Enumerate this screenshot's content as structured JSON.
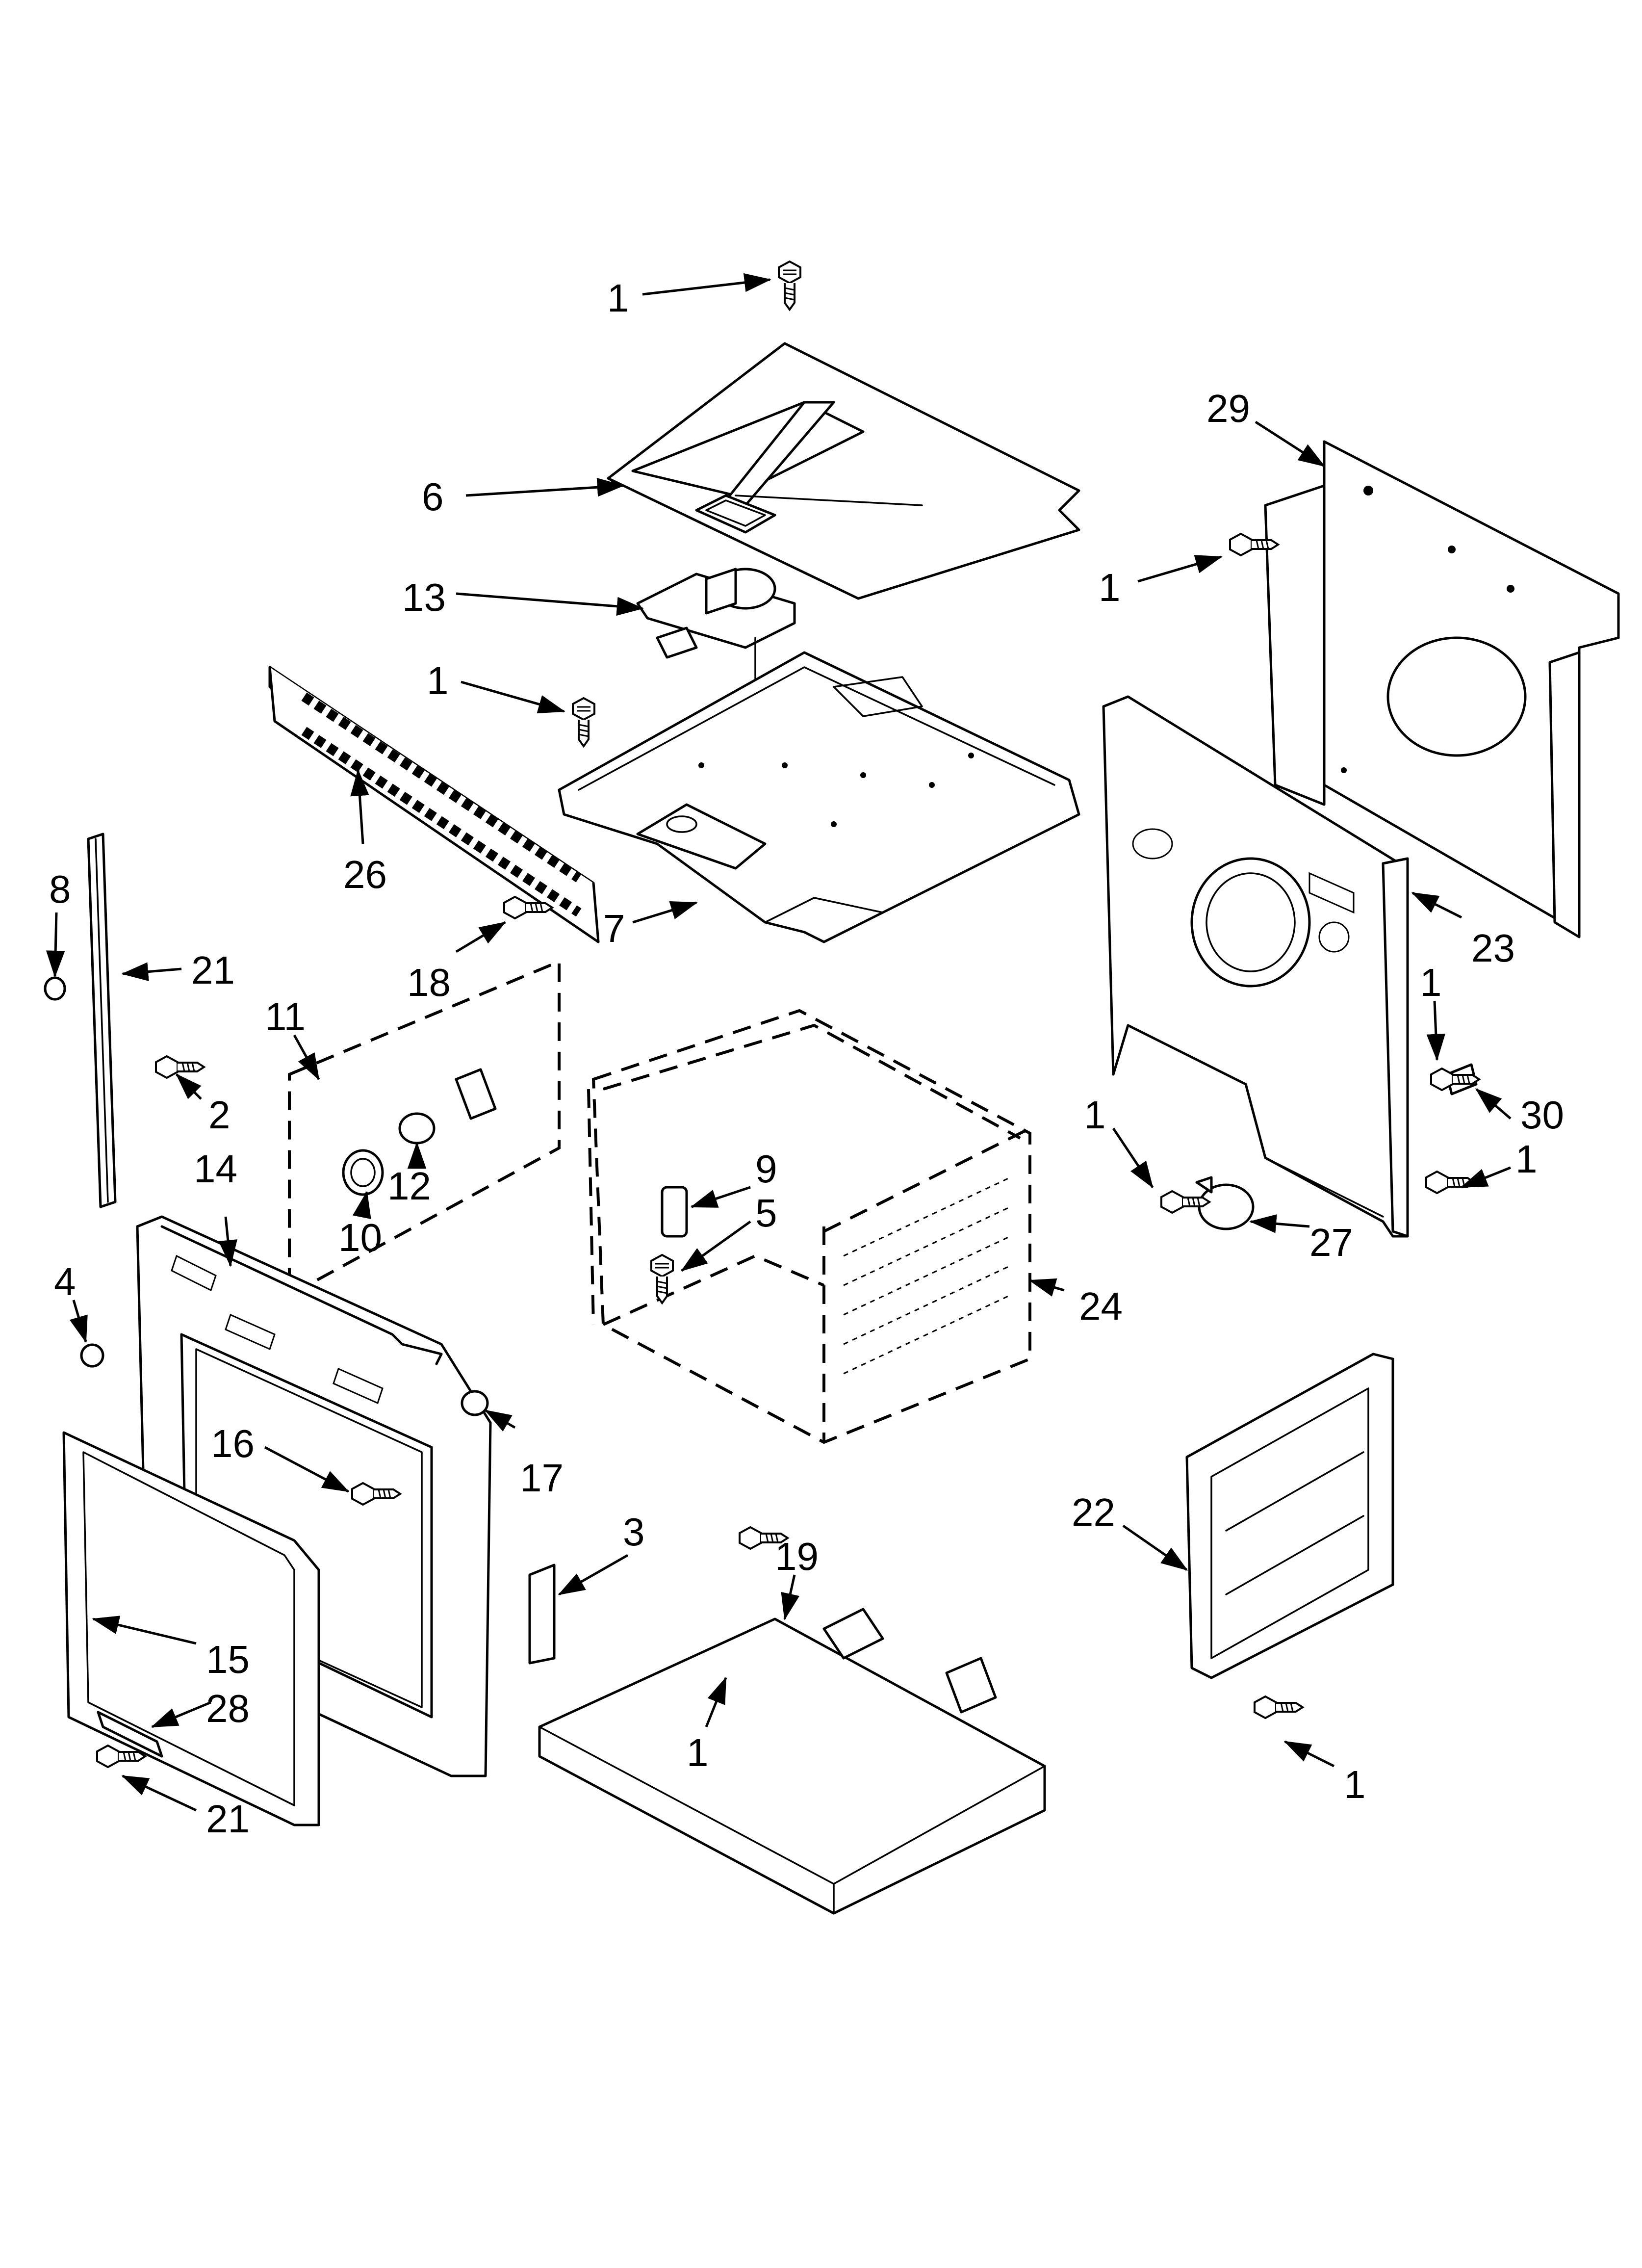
{
  "diagram": {
    "colors": {
      "line": "#000000",
      "background": "#ffffff"
    },
    "callouts": [
      {
        "id": "c1a",
        "label": "1"
      },
      {
        "id": "c6",
        "label": "6"
      },
      {
        "id": "c13",
        "label": "13"
      },
      {
        "id": "c1b",
        "label": "1"
      },
      {
        "id": "c26",
        "label": "26"
      },
      {
        "id": "c7",
        "label": "7"
      },
      {
        "id": "c18",
        "label": "18"
      },
      {
        "id": "c8",
        "label": "8"
      },
      {
        "id": "c21a",
        "label": "21"
      },
      {
        "id": "c2",
        "label": "2"
      },
      {
        "id": "c11",
        "label": "11"
      },
      {
        "id": "c10",
        "label": "10"
      },
      {
        "id": "c12",
        "label": "12"
      },
      {
        "id": "c14",
        "label": "14"
      },
      {
        "id": "c4",
        "label": "4"
      },
      {
        "id": "c9",
        "label": "9"
      },
      {
        "id": "c5",
        "label": "5"
      },
      {
        "id": "c24",
        "label": "24"
      },
      {
        "id": "c29",
        "label": "29"
      },
      {
        "id": "c1c",
        "label": "1"
      },
      {
        "id": "c23",
        "label": "23"
      },
      {
        "id": "c1d",
        "label": "1"
      },
      {
        "id": "c30",
        "label": "30"
      },
      {
        "id": "c1e",
        "label": "1"
      },
      {
        "id": "c1f",
        "label": "1"
      },
      {
        "id": "c27",
        "label": "27"
      },
      {
        "id": "c16",
        "label": "16"
      },
      {
        "id": "c17",
        "label": "17"
      },
      {
        "id": "c3",
        "label": "3"
      },
      {
        "id": "c19",
        "label": "19"
      },
      {
        "id": "c22",
        "label": "22"
      },
      {
        "id": "c15",
        "label": "15"
      },
      {
        "id": "c28",
        "label": "28"
      },
      {
        "id": "c1g",
        "label": "1"
      },
      {
        "id": "c21b",
        "label": "21"
      },
      {
        "id": "c1h",
        "label": "1"
      }
    ]
  }
}
